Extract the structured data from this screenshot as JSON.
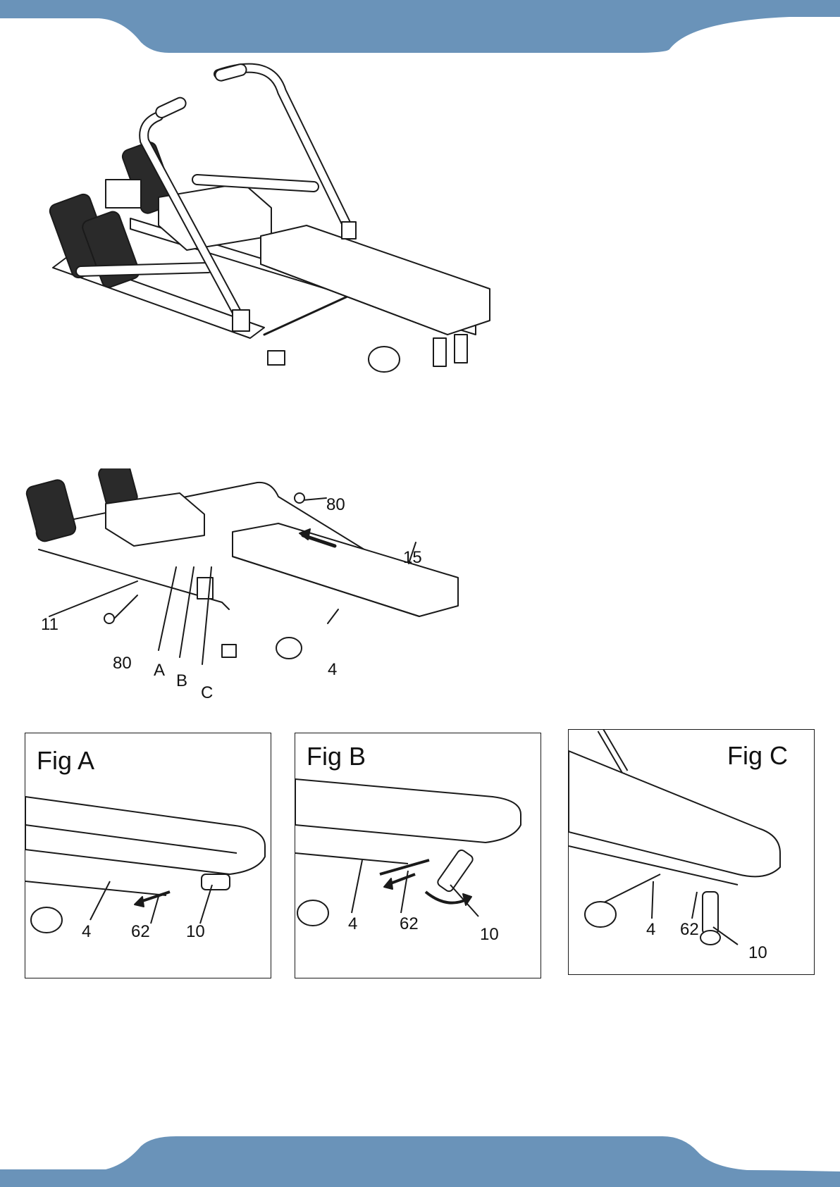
{
  "colors": {
    "band": "#6a93b9",
    "line": "#1a1a1a",
    "tread_dark": "#2a2a2a"
  },
  "assembly": {
    "labels": {
      "part_80_top": "80",
      "part_15": "15",
      "part_11": "11",
      "part_80_bottom": "80",
      "hole_a": "A",
      "hole_b": "B",
      "hole_c": "C",
      "part_4": "4"
    }
  },
  "figures": {
    "a": {
      "title": "Fig A",
      "labels": {
        "frame": "4",
        "pin": "62",
        "leg": "10"
      }
    },
    "b": {
      "title": "Fig B",
      "labels": {
        "frame": "4",
        "pin": "62",
        "leg": "10"
      }
    },
    "c": {
      "title": "Fig C",
      "labels": {
        "frame": "4",
        "pin": "62",
        "leg": "10"
      }
    }
  }
}
